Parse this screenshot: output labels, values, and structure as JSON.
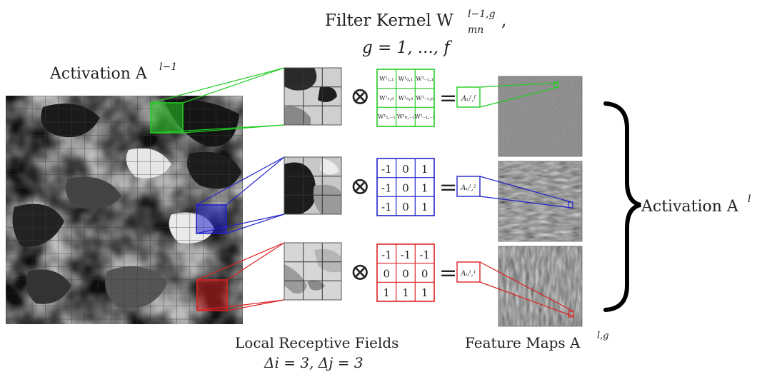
{
  "labels": {
    "filter_kernel_line1": "Filter Kernel W",
    "filter_kernel_sub": "mn",
    "filter_kernel_sup": "l−1,g",
    "filter_kernel_comma": ",",
    "filter_kernel_line2": "g = 1, ..., f",
    "activation_in_base": "Activation A",
    "activation_in_sup": "l−1",
    "activation_out_base": "Activation A",
    "activation_out_sup": "l",
    "receptive_line1": "Local Receptive Fields",
    "receptive_line2": "Δi = 3, Δj = 3",
    "feature_maps_base": "Feature Maps A",
    "feature_maps_sup": "l,g"
  },
  "operators": {
    "conv": "⊗",
    "equals": "="
  },
  "colors": {
    "green": "#22cc22",
    "blue": "#2222cc",
    "red": "#dd2222",
    "black": "#000000"
  },
  "kernels": {
    "green": {
      "cells": [
        "W¹₁,₁",
        "W¹₀,₁",
        "W¹₋₁,₁",
        "W¹₁,₀",
        "W¹₀,₀",
        "W¹₋₁,₀",
        "W¹₁,₋₁",
        "W¹₀,₋₁",
        "W¹₋₁,₋₁"
      ],
      "output": "A^{l,f}_{ij}",
      "output_text": "Aᵢⱼˡ,ᶠ"
    },
    "blue": {
      "cells": [
        "-1",
        "0",
        "1",
        "-1",
        "0",
        "1",
        "-1",
        "0",
        "1"
      ],
      "output_text": "Aᵢⱼˡ,²"
    },
    "red": {
      "cells": [
        "-1",
        "-1",
        "-1",
        "0",
        "0",
        "0",
        "1",
        "1",
        "1"
      ],
      "output_text": "Aᵢⱼˡ,¹"
    }
  }
}
